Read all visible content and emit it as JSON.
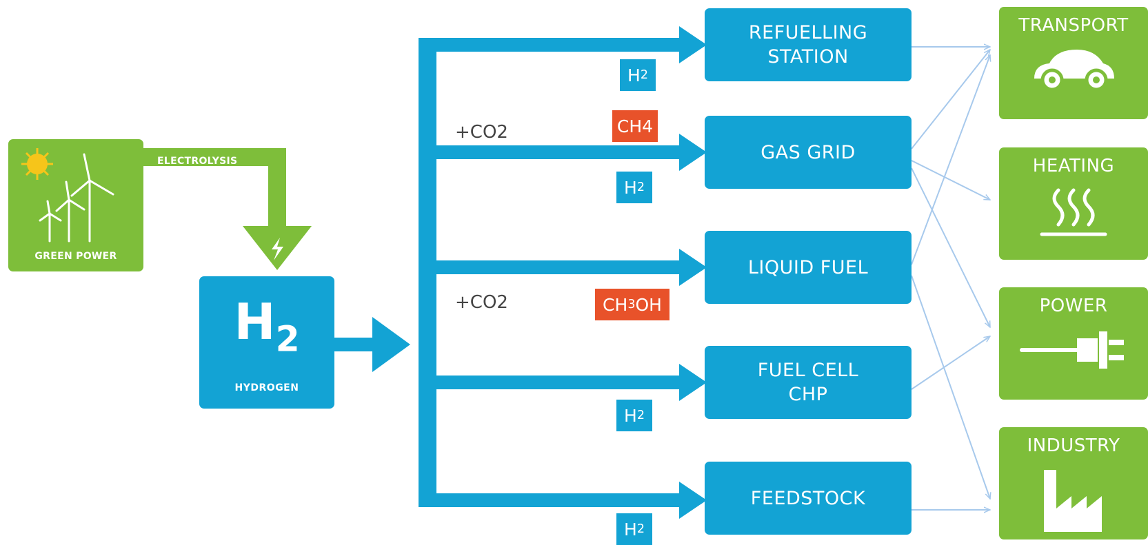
{
  "source": {
    "green_power_label": "GREEN POWER",
    "electrolysis_label": "ELECTROLYSIS",
    "hydrogen_symbol": "H",
    "hydrogen_subscript": "2",
    "hydrogen_label": "HYDROGEN"
  },
  "destinations": [
    {
      "line1": "REFUELLING",
      "line2": "STATION"
    },
    {
      "line1": "GAS GRID",
      "line2": ""
    },
    {
      "line1": "LIQUID FUEL",
      "line2": ""
    },
    {
      "line1": "FUEL CELL",
      "line2": "CHP"
    },
    {
      "line1": "FEEDSTOCK",
      "line2": ""
    }
  ],
  "carrier_tags": {
    "h2_symbol": "H",
    "h2_subscript": "2",
    "ch4": "CH4",
    "ch3oh_a": "CH",
    "ch3oh_sub": "3",
    "ch3oh_b": "OH",
    "co2_a": "+CO2",
    "co2_b": "+CO2"
  },
  "sectors": [
    {
      "label": "TRANSPORT",
      "icon": "car-icon"
    },
    {
      "label": "HEATING",
      "icon": "heat-waves-icon"
    },
    {
      "label": "POWER",
      "icon": "plug-icon"
    },
    {
      "label": "INDUSTRY",
      "icon": "factory-icon"
    }
  ],
  "colors": {
    "blue": "#13a3d4",
    "green": "#7ebe3a",
    "red_tag": "#e8522a",
    "link_line": "#a7c9ec",
    "sun": "#f6c51a"
  }
}
